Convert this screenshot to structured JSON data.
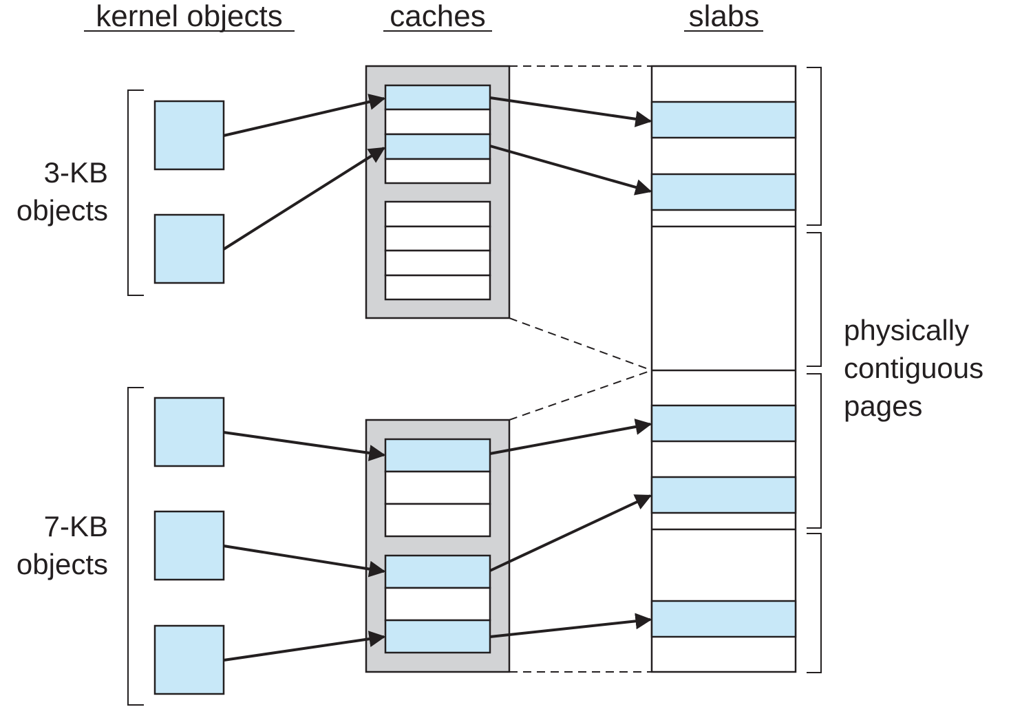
{
  "headers": {
    "kernel_objects": "kernel objects",
    "caches": "caches",
    "slabs": "slabs"
  },
  "groups": {
    "small_line1": "3-KB",
    "small_line2": "objects",
    "large_line1": "7-KB",
    "large_line2": "objects"
  },
  "pages_label": {
    "line1": "physically",
    "line2": "contiguous",
    "line3": "pages"
  },
  "colors": {
    "object_fill": "#c8e8f8",
    "cache_fill": "#d2d3d5",
    "stroke": "#231f20",
    "background": "#ffffff"
  }
}
